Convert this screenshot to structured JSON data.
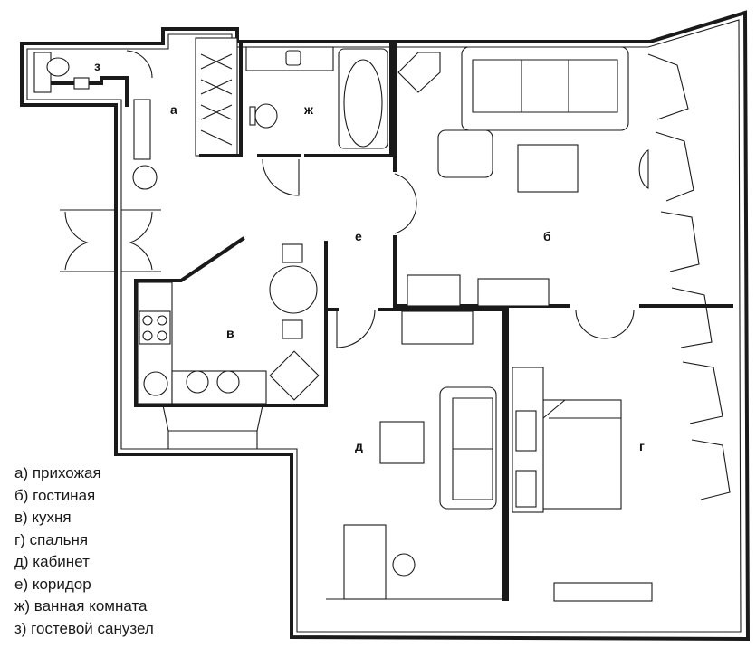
{
  "rooms": {
    "a": "а",
    "b": "б",
    "v": "в",
    "g": "г",
    "d": "д",
    "e": "е",
    "zh": "ж",
    "z": "з"
  },
  "legend": [
    "а) прихожая",
    "б) гостиная",
    "в) кухня",
    "г) спальня",
    "д) кабинет",
    "е) коридор",
    "ж) ванная комната",
    "з) гостевой санузел"
  ],
  "colors": {
    "line": "#1a1a1a",
    "background": "#ffffff"
  }
}
